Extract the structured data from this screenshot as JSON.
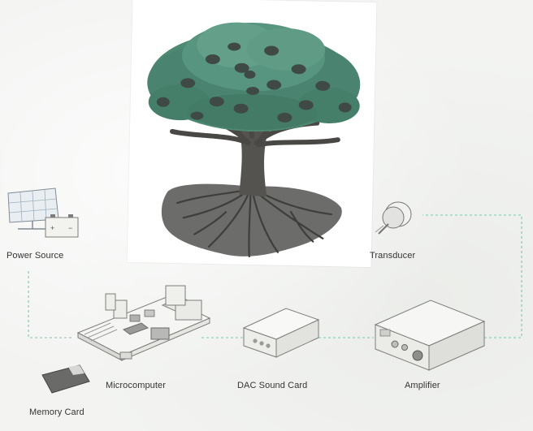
{
  "colors": {
    "connector": "#7fc4b2",
    "canopy": "#4e8a72",
    "canopy_light": "#6fa98f",
    "canopy_dark": "#2f5e4c",
    "trunk": "#54524e",
    "roots_shadow": "#6a6a68",
    "device_fill": "#f4f4f2",
    "device_line": "#8a8a88",
    "text": "#333333"
  },
  "icons": {
    "power_source": "solar-panel-battery-icon",
    "transducer": "transducer-icon",
    "microcomputer": "circuit-board-icon",
    "memory_card": "sd-card-icon",
    "dac": "dac-box-icon",
    "amplifier": "amplifier-icon",
    "tree": "tree-illustration"
  },
  "nodes": {
    "power_source": {
      "label": "Power Source"
    },
    "transducer": {
      "label": "Transducer"
    },
    "microcomputer": {
      "label": "Microcomputer"
    },
    "memory_card": {
      "label": "Memory Card"
    },
    "dac": {
      "label": "DAC Sound Card"
    },
    "amplifier": {
      "label": "Amplifier"
    }
  }
}
